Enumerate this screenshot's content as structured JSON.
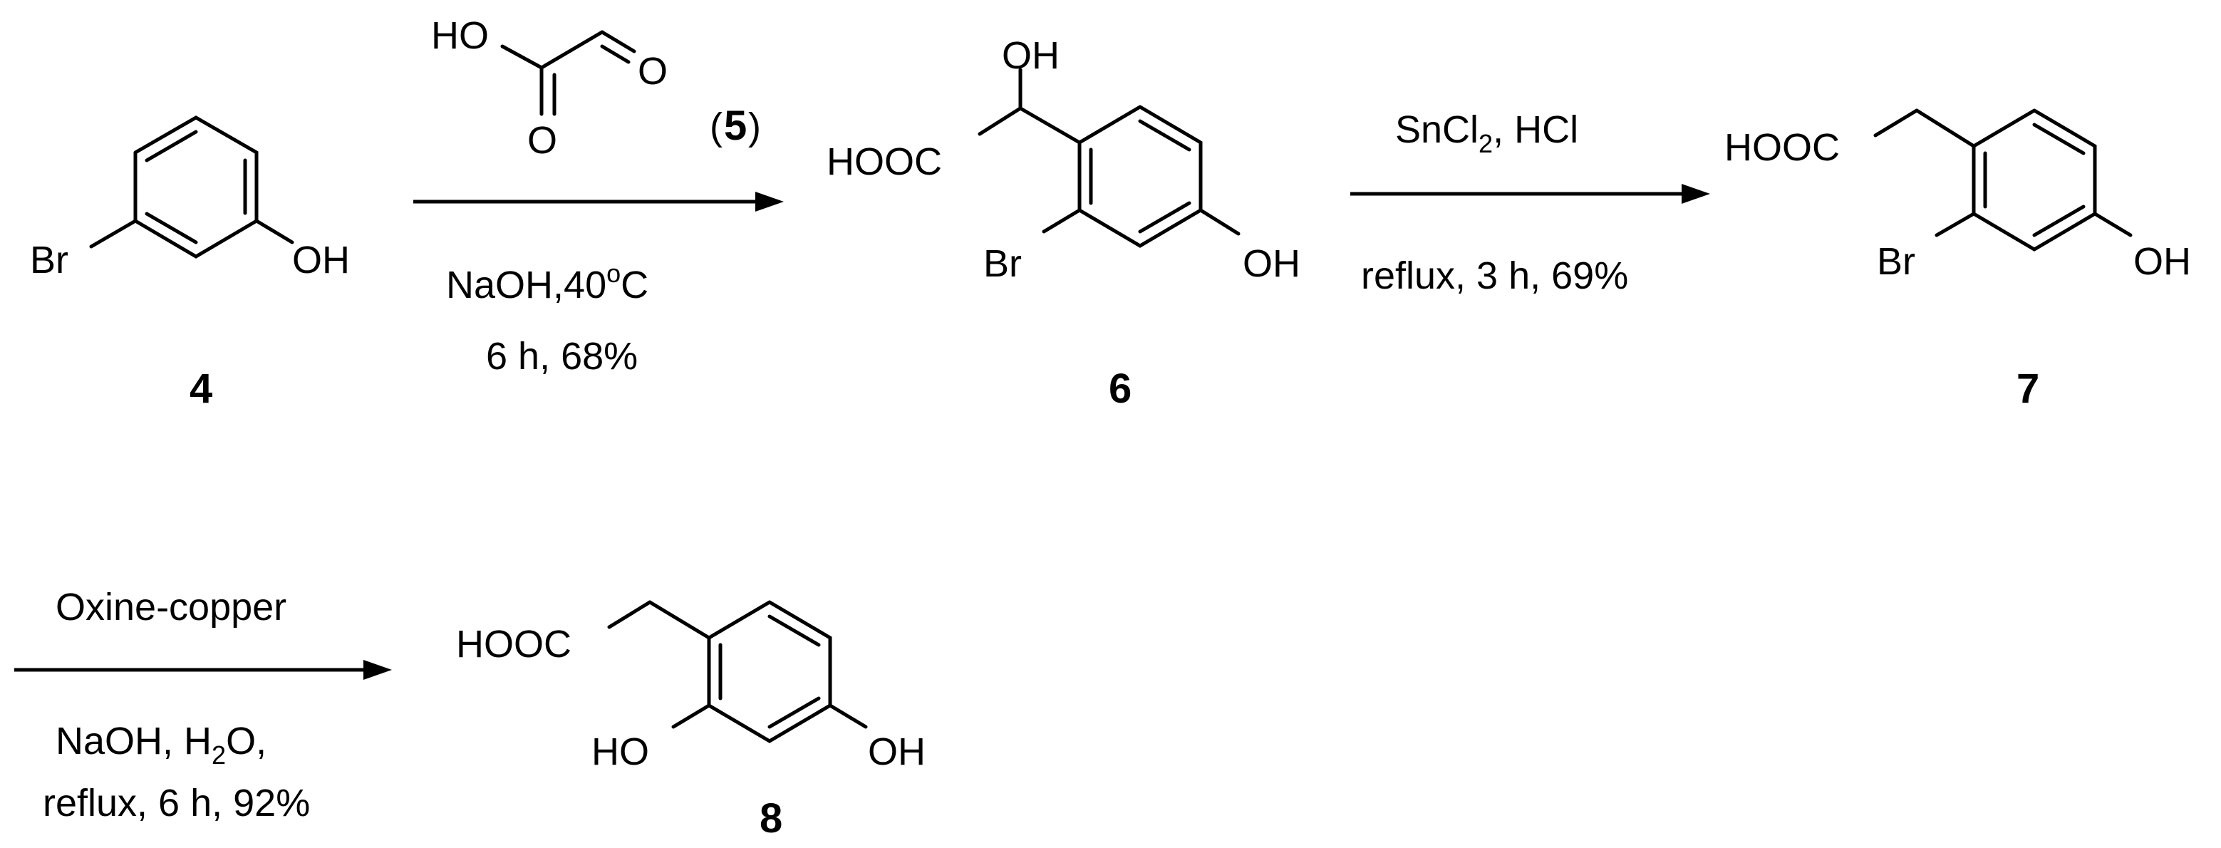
{
  "compounds": {
    "c4": {
      "id": "4",
      "br": "Br",
      "oh": "OH"
    },
    "c5": {
      "id": "5",
      "ho": "HO",
      "o_ald": "O",
      "o_acid": "O"
    },
    "c6": {
      "id": "6",
      "oh_top": "OH",
      "cooh": "HOOC",
      "br": "Br",
      "oh": "OH"
    },
    "c7": {
      "id": "7",
      "cooh": "HOOC",
      "br": "Br",
      "oh": "OH"
    },
    "c8": {
      "id": "8",
      "cooh": "HOOC",
      "ho": "HO",
      "oh": "OH"
    }
  },
  "steps": [
    {
      "above": "",
      "below1": "NaOH,40",
      "below1_sup": "o",
      "below1_end": "C",
      "below2": "6 h, 68%"
    },
    {
      "above_pre": "SnCl",
      "above_sub": "2",
      "above_post": ", HCl",
      "below1": "reflux,  3 h, 69%"
    },
    {
      "above": "Oxine-copper",
      "below1_pre": "NaOH, H",
      "below1_sub": "2",
      "below1_post": "O,",
      "below2": "reflux, 6 h, 92%"
    }
  ]
}
